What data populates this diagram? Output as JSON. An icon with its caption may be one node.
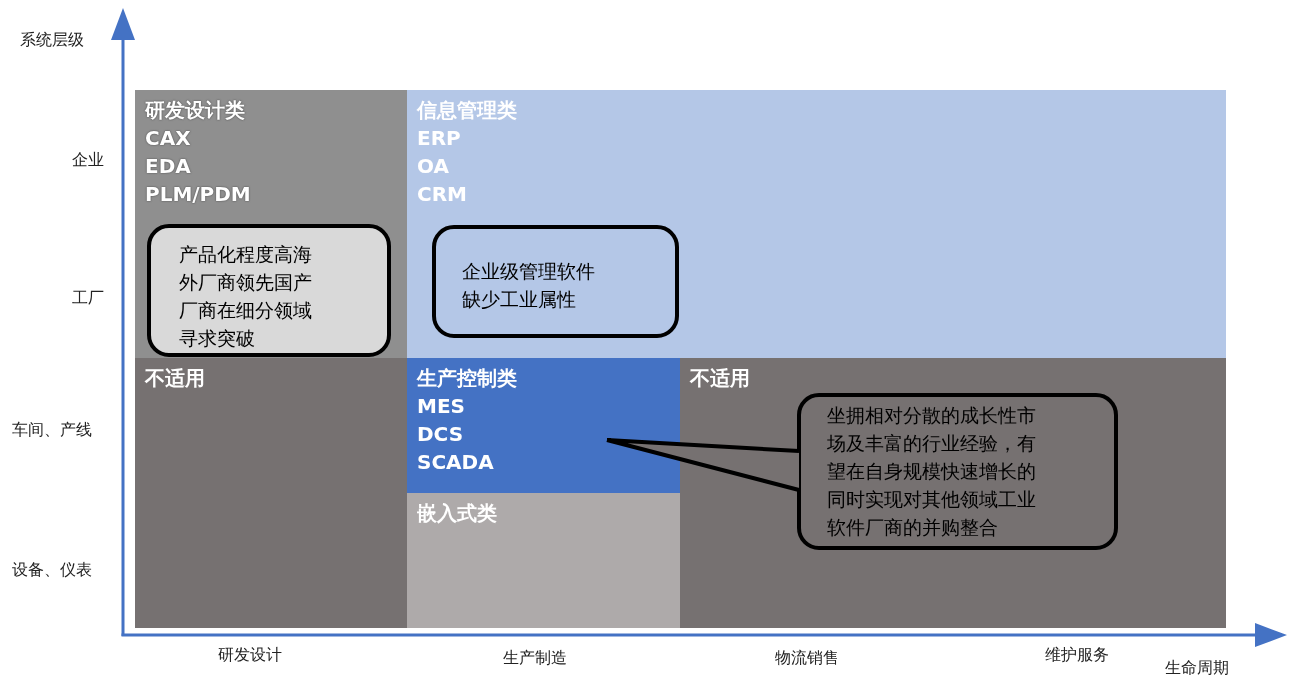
{
  "diagram": {
    "nodes": [
      {
        "text": [
          "研发设计类",
          "CAX",
          "EDA",
          "PLM/PDM"
        ]
      },
      {
        "text": [
          "信息管理类",
          "ERP",
          "OA",
          "CRM"
        ]
      },
      {
        "text": [
          "不适用"
        ]
      },
      {
        "text": [
          "生产控制类",
          "MES",
          "DCS",
          "SCADA"
        ]
      },
      {
        "text": [
          "嵌入式类"
        ]
      },
      {
        "text": [
          "不适用"
        ]
      },
      {
        "text": [
          "产品化程度高海外厂商领先国产厂商在细分领域寻求突破"
        ],
        "in": 0
      },
      {
        "text": [
          "企业级管理软件缺少工业属性"
        ],
        "in": 1
      },
      {
        "text": [
          "坐拥相对分散的成长性市场及丰富的行业经验，有望在自身规模快速增长的同时实现对其他领域工业软件厂商的并购整合"
        ],
        "in": 5
      }
    ],
    "edges": [
      {
        "from": 8,
        "to": 3,
        "arrow": "none"
      }
    ],
    "labels": [
      "系统层级",
      "企业",
      "工厂",
      "车间、产线",
      "设备、仪表",
      "研发设计",
      "生产制造",
      "物流销售",
      "维护服务",
      "生命周期"
    ]
  }
}
